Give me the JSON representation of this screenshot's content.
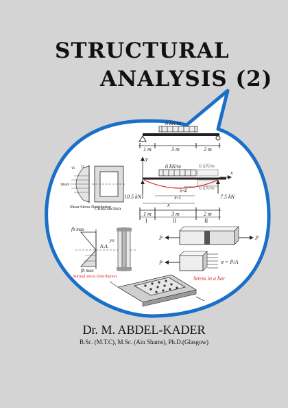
{
  "cover": {
    "title_line1": "STRUCTURAL",
    "title_line2": "ANALYSIS (2)",
    "author": "Dr. M. ABDEL-KADER",
    "degrees": "B.Sc. (M.T.C), M.Sc. (Ain Shams), Ph.D.(Glasgow)"
  },
  "colors": {
    "background": "#d4d4d4",
    "bubble_border": "#1a6fc9",
    "bubble_fill": "#ffffff",
    "accent_red": "#d42020"
  },
  "beam_figure": {
    "load_top": "6 kN/m",
    "load_left": "6 kN/m",
    "load_right_a": "6 kN/m",
    "load_right_b": "6 kN/m",
    "span_a": "1 m",
    "span_b": "3 m",
    "span_c": "2 m",
    "reaction_left": "10.5 kN",
    "reaction_right": "7.5 kN",
    "x_label": "x",
    "y_label": "y",
    "dim_x": "x",
    "dim_x1": "x-1",
    "dim_x4": "x-4",
    "seg_i": "I",
    "seg_ii": "II",
    "seg_iii": "II"
  },
  "shear_figure": {
    "tau": "τmax",
    "shear_caption": "Shear Stress Distribution",
    "cross_caption": "Cross-section",
    "t1": "τ1",
    "t2": "τ2"
  },
  "stress_figure": {
    "fb_top": "fb max",
    "na": "N.A.",
    "yo": "yo",
    "fb_bottom": "fb max",
    "caption": "Normal stress Distribution"
  },
  "bar_figure": {
    "p": "P",
    "sigma": "σ = P/A",
    "caption": "Stress in a bar"
  }
}
